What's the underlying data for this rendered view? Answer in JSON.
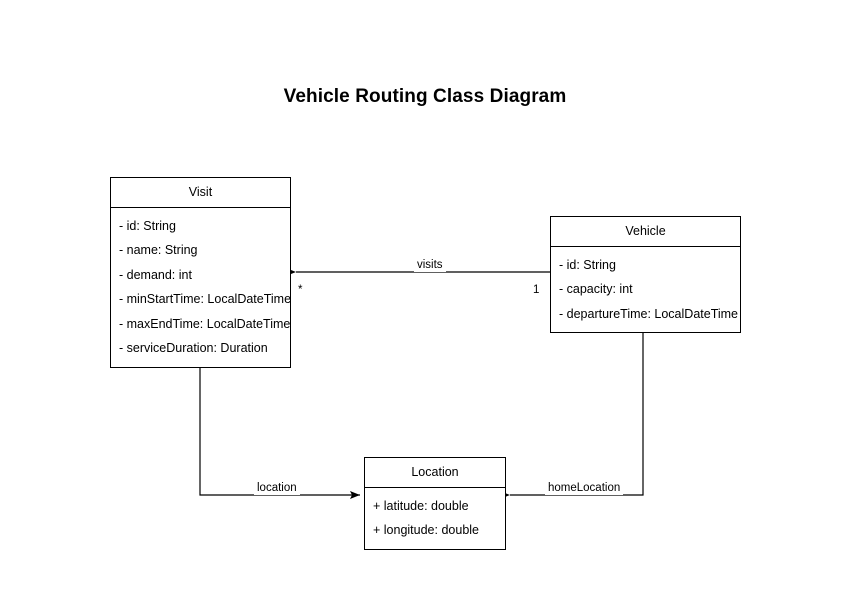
{
  "diagram": {
    "title": "Vehicle Routing Class Diagram",
    "type": "uml-class-diagram",
    "background_color": "#ffffff",
    "line_color": "#000000",
    "text_color": "#000000",
    "classes": [
      {
        "id": "visit",
        "name": "Visit",
        "attributes": [
          "- id: String",
          "- name: String",
          "- demand: int",
          "- minStartTime: LocalDateTime",
          "- maxEndTime: LocalDateTime",
          "- serviceDuration: Duration"
        ]
      },
      {
        "id": "vehicle",
        "name": "Vehicle",
        "attributes": [
          "- id: String",
          "- capacity: int",
          "- departureTime: LocalDateTime"
        ]
      },
      {
        "id": "location",
        "name": "Location",
        "attributes": [
          "+ latitude: double",
          "+ longitude: double"
        ]
      }
    ],
    "relationships": [
      {
        "id": "visits",
        "label": "visits",
        "from": "Vehicle",
        "to": "Visit",
        "source_multiplicity": "1",
        "target_multiplicity": "*",
        "arrow": "open-directed"
      },
      {
        "id": "location",
        "label": "location",
        "from": "Visit",
        "to": "Location",
        "source_multiplicity": "",
        "target_multiplicity": "",
        "arrow": "open-directed"
      },
      {
        "id": "homeLocation",
        "label": "homeLocation",
        "from": "Vehicle",
        "to": "Location",
        "source_multiplicity": "",
        "target_multiplicity": "",
        "arrow": "open-directed"
      }
    ]
  }
}
